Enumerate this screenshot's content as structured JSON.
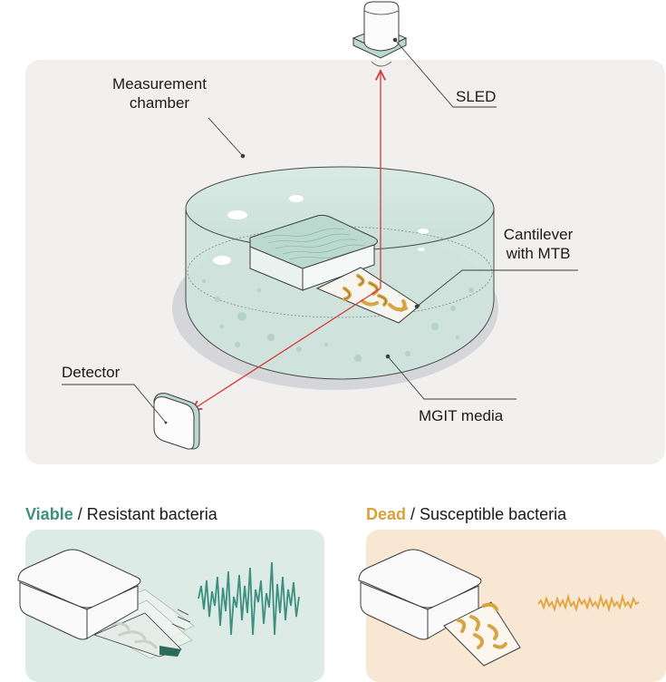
{
  "labels": {
    "measurement_chamber_line1": "Measurement",
    "measurement_chamber_line2": "chamber",
    "sled": "SLED",
    "cantilever_line1": "Cantilever",
    "cantilever_line2": "with MTB",
    "detector": "Detector",
    "media": "MGIT media"
  },
  "panels": {
    "viable": {
      "keyword": "Viable",
      "rest": " / Resistant bacteria",
      "keyword_color": "#3d8f7f",
      "bg": "#dcebe5",
      "wave_color": "#3d8f7f"
    },
    "dead": {
      "keyword": "Dead",
      "rest": " / Susceptible bacteria",
      "keyword_color": "#d9a13b",
      "bg": "#f8e7d2",
      "wave_color": "#e3a23a"
    }
  },
  "colors": {
    "laser": "#d63a3a",
    "chamber_bg": "#f1f0ee",
    "liquid": "#cfe3dc",
    "bacteria": "#d8a441"
  }
}
